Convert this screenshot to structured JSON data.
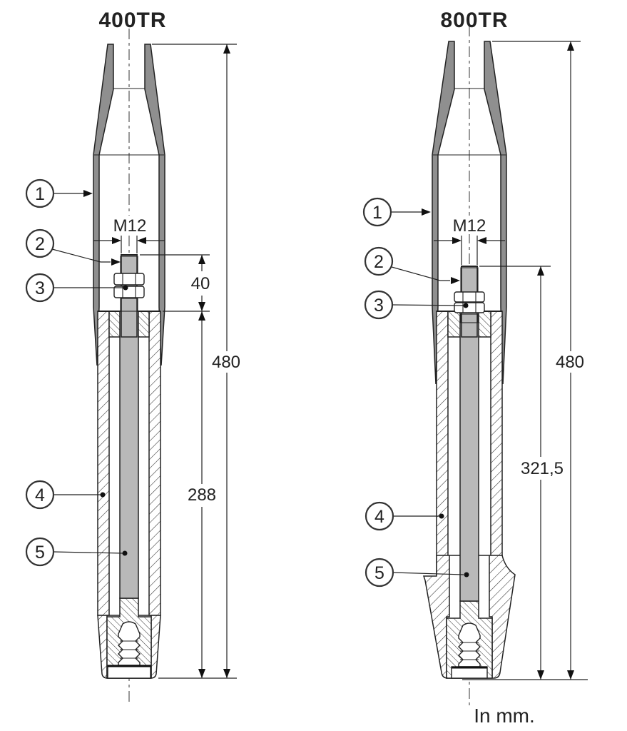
{
  "figure": {
    "left": {
      "title": "400TR",
      "thread_label": "M12",
      "dims": {
        "stud_height": "40",
        "overall": "480",
        "body": "288"
      },
      "balloons": [
        "1",
        "2",
        "3",
        "4",
        "5"
      ]
    },
    "right": {
      "title": "800TR",
      "thread_label": "M12",
      "dims": {
        "overall": "480",
        "body": "321,5"
      },
      "balloons": [
        "1",
        "2",
        "3",
        "4",
        "5"
      ]
    },
    "units_note": "In mm.",
    "colors": {
      "line": "#222222",
      "wall_fill": "#8f8f8f",
      "rod_fill": "#b9b9b9",
      "background": "#ffffff"
    }
  }
}
